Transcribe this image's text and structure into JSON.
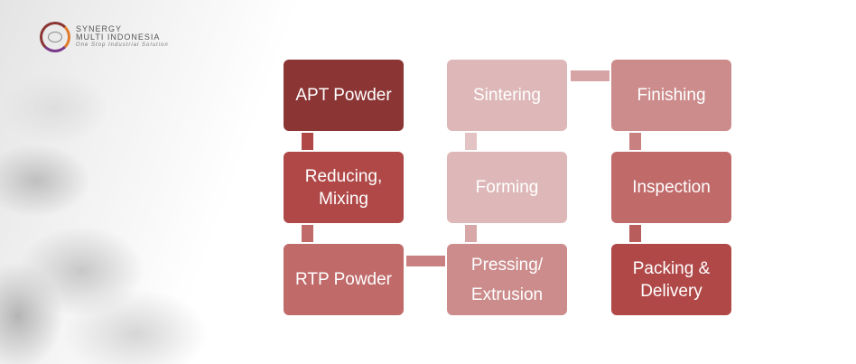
{
  "logo": {
    "line1": "SYNERGY",
    "line2": "MULTI INDONESIA",
    "tagline": "One Stop Industrial Solution"
  },
  "steps": [
    {
      "label": "APT Powder",
      "color": "#8b3535"
    },
    {
      "label": "Reducing, Mixing",
      "color": "#b04848"
    },
    {
      "label": "RTP Powder",
      "color": "#c06a6a"
    },
    {
      "label": "Pressing/ Extrusion",
      "color": "#cc8c8c"
    },
    {
      "label": "Forming",
      "color": "#deb8b8"
    },
    {
      "label": "Sintering",
      "color": "#deb8b8"
    },
    {
      "label": "Finishing",
      "color": "#cc8c8c"
    },
    {
      "label": "Inspection",
      "color": "#c06a6a"
    },
    {
      "label": "Packing & Delivery",
      "color": "#b04848"
    }
  ]
}
